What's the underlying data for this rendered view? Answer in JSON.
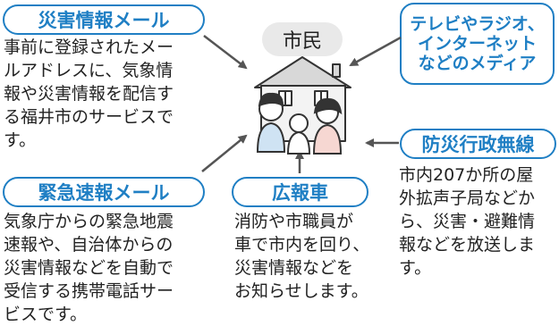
{
  "center": {
    "label": "市民"
  },
  "sources": {
    "disaster_mail": {
      "title": "災害情報メール",
      "description": "事前に登録されたメー\nルアドレスに、気象情\n報や災害情報を配信す\nる福井市のサービスで\nす。"
    },
    "media": {
      "title": "テレビやラジオ、\nインターネット\nなどのメディア"
    },
    "emergency_mail": {
      "title": "緊急速報メール",
      "description": "気象庁からの緊急地震\n速報や、自治体からの\n災害情報などを自動で\n受信する携帯電話サー\nビスです。"
    },
    "pr_vehicle": {
      "title": "広報車",
      "description": "消防や市職員が\n車で市内を回り、\n災害情報などを\nお知らせします。"
    },
    "radio": {
      "title": "防災行政無線",
      "description": "市内207か所の屋\n外拡声子局などか\nら、災害・避難情\n報などを放送しま\nす。"
    }
  },
  "colors": {
    "accent": "#1f7fc4",
    "arrow": "#555555",
    "label_bg": "#e9e9e9"
  }
}
